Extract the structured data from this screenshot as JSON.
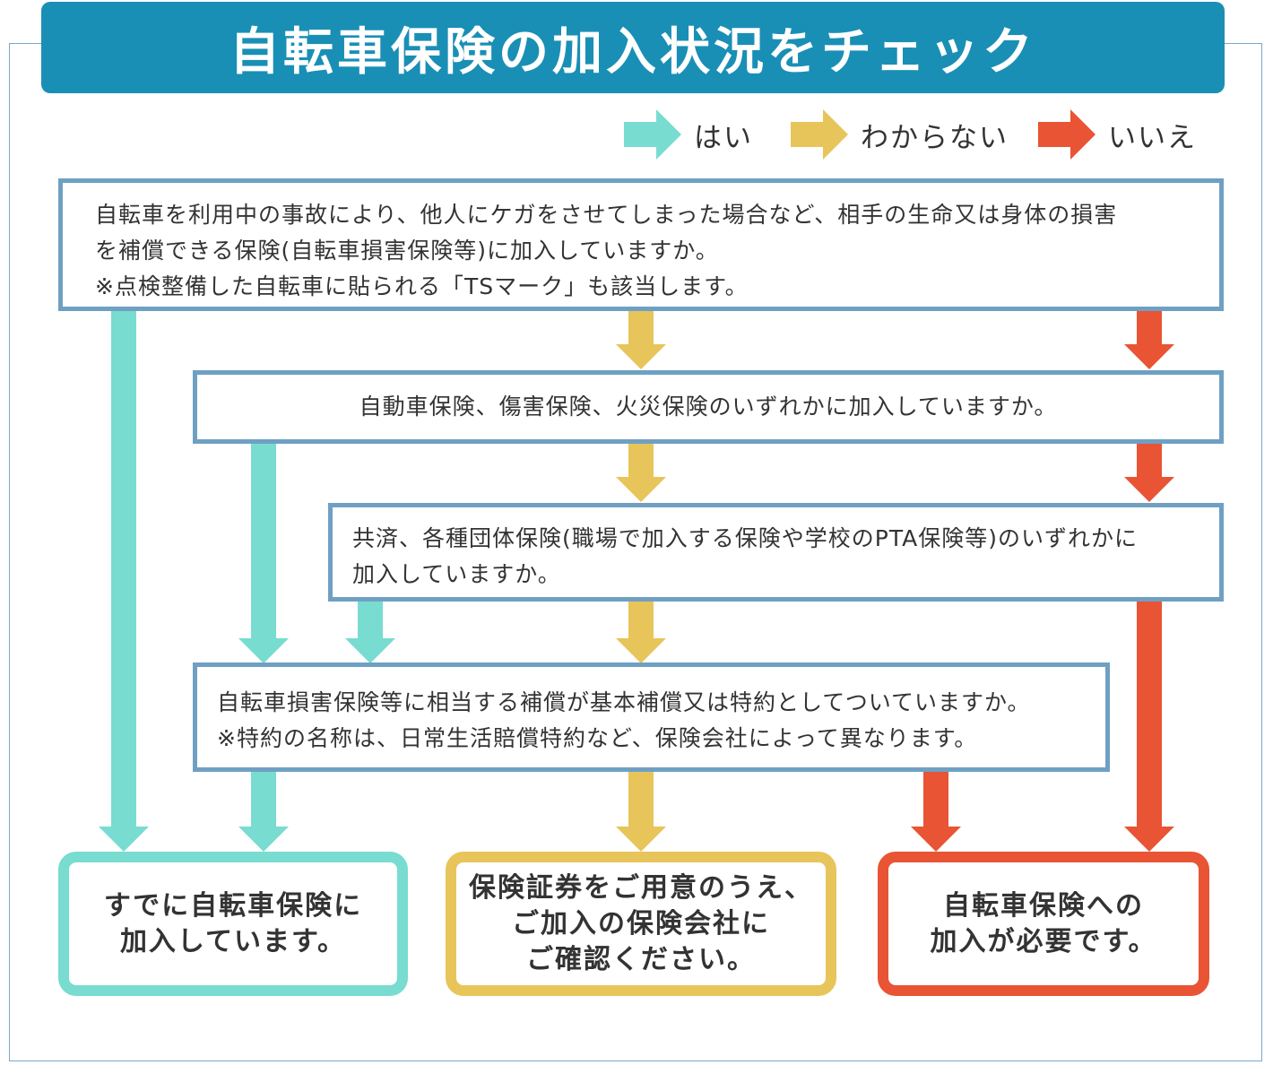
{
  "title": "自転車保険の加入状況をチェック",
  "colors": {
    "yes": "#78dcd0",
    "unknown": "#e8c55a",
    "no": "#e85434",
    "box_border": "#6fa0c3",
    "title_bg": "#1a8fb5"
  },
  "legend": {
    "yes": "はい",
    "unknown": "わからない",
    "no": "いいえ"
  },
  "questions": {
    "q1": {
      "line1": "自転車を利用中の事故により、他人にケガをさせてしまった場合など、相手の生命又は身体の損害",
      "line2": "を補償できる保険(自転車損害保険等)に加入していますか。",
      "line3": "※点検整備した自転車に貼られる「TSマーク」も該当します。"
    },
    "q2": {
      "line1": "自動車保険、傷害保険、火災保険のいずれかに加入していますか。"
    },
    "q3": {
      "line1": "共済、各種団体保険(職場で加入する保険や学校のPTA保険等)のいずれかに",
      "line2": "加入していますか。"
    },
    "q4": {
      "line1": "自転車損害保険等に相当する補償が基本補償又は特約としてついていますか。",
      "line2": "※特約の名称は、日常生活賠償特約など、保険会社によって異なります。"
    }
  },
  "results": {
    "yes": {
      "line1": "すでに自転車保険に",
      "line2": "加入しています。"
    },
    "unknown": {
      "line1": "保険証券をご用意のうえ、",
      "line2": "ご加入の保険会社に",
      "line3": "ご確認ください。"
    },
    "no": {
      "line1": "自転車保険への",
      "line2": "加入が必要です。"
    }
  }
}
